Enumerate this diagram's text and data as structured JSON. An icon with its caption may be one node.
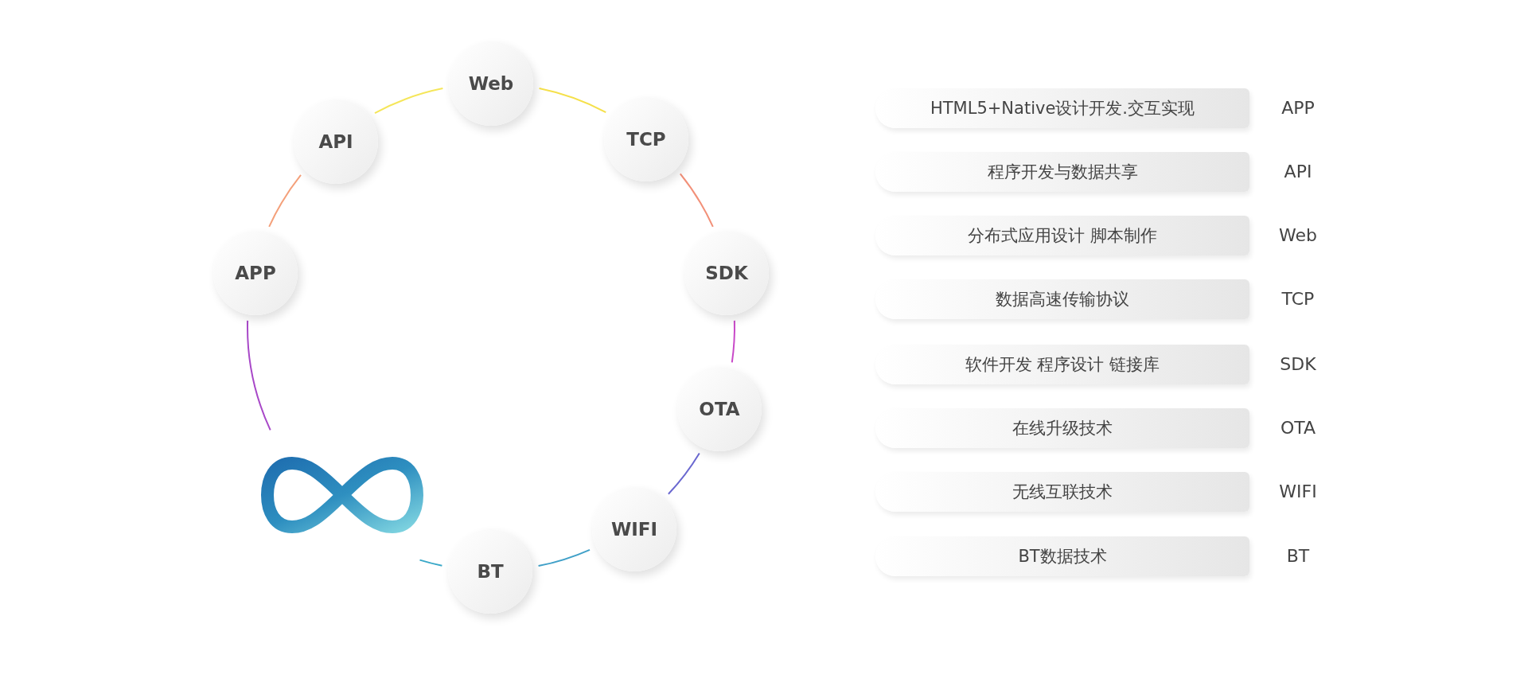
{
  "diagram": {
    "nodes": [
      {
        "text": [
          "Web"
        ]
      },
      {
        "text": [
          "API"
        ]
      },
      {
        "text": [
          "TCP"
        ]
      },
      {
        "text": [
          "APP"
        ]
      },
      {
        "text": [
          "SDK"
        ]
      },
      {
        "text": [
          "OTA"
        ]
      },
      {
        "text": [
          "WIFI"
        ]
      },
      {
        "text": [
          "BT"
        ]
      },
      {
        "text": [
          "HTML5+Native设计开发.交互实现",
          "APP"
        ]
      },
      {
        "text": [
          "程序开发与数据共享",
          "API"
        ]
      },
      {
        "text": [
          "分布式应用设计 脚本制作",
          "Web"
        ]
      },
      {
        "text": [
          "数据高速传输协议",
          "TCP"
        ]
      },
      {
        "text": [
          "软件开发 程序设计 链接库",
          "SDK"
        ]
      },
      {
        "text": [
          "在线升级技术",
          "OTA"
        ]
      },
      {
        "text": [
          "无线互联技术",
          "WIFI"
        ]
      },
      {
        "text": [
          "BT数据技术",
          "BT"
        ]
      }
    ],
    "edges": [
      {
        "from": 3,
        "to": 1,
        "arrow": "none",
        "color": "#f4a07a"
      },
      {
        "from": 1,
        "to": 0,
        "arrow": "none",
        "color": "#f5e65a"
      },
      {
        "from": 0,
        "to": 2,
        "arrow": "none",
        "color": "#f5e04a"
      },
      {
        "from": 2,
        "to": 4,
        "arrow": "none",
        "color": "#f29078"
      },
      {
        "from": 4,
        "to": 5,
        "arrow": "none",
        "color": "#c848c8"
      },
      {
        "from": 5,
        "to": 6,
        "arrow": "none",
        "color": "#6a68d0"
      },
      {
        "from": 6,
        "to": 7,
        "arrow": "none",
        "color": "#40a0c8"
      },
      {
        "from": 7,
        "to": null,
        "arrow": "none",
        "color": "#3aa8c8"
      },
      {
        "from": 3,
        "to": null,
        "arrow": "none",
        "color": "#a848c8"
      }
    ]
  }
}
